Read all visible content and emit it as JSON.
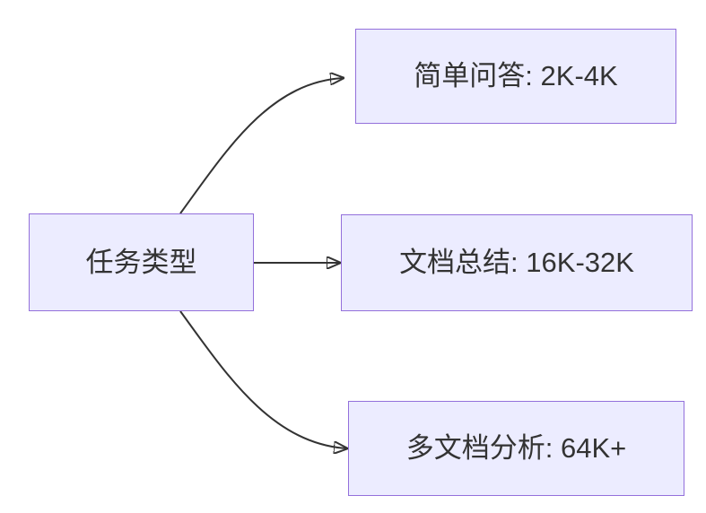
{
  "diagram": {
    "type": "flowchart",
    "direction": "left-to-right",
    "colors": {
      "node_fill": "#ECECFF",
      "node_border": "#9370DB",
      "edge": "#333333",
      "text": "#333333",
      "background": "#FFFFFF"
    },
    "nodes": {
      "root": {
        "label": "任务类型"
      },
      "simple_qa": {
        "label": "简单问答: 2K-4K"
      },
      "doc_summary": {
        "label": "文档总结: 16K-32K"
      },
      "multi_doc": {
        "label": "多文档分析: 64K+"
      }
    },
    "edges": [
      {
        "from": "任务类型",
        "to": "简单问答: 2K-4K"
      },
      {
        "from": "任务类型",
        "to": "文档总结: 16K-32K"
      },
      {
        "from": "任务类型",
        "to": "多文档分析: 64K+"
      }
    ]
  }
}
